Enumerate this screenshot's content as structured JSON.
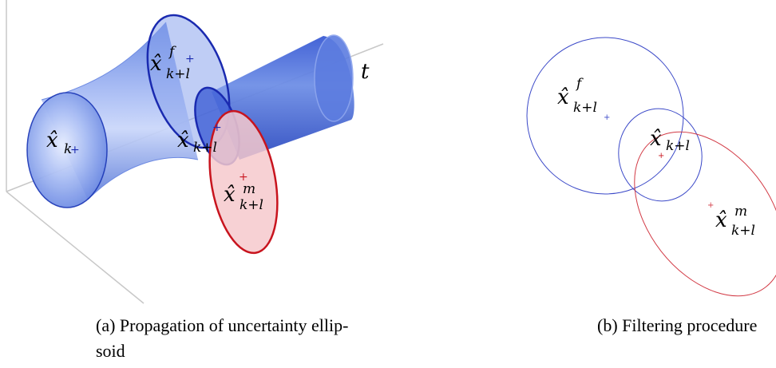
{
  "panel_a": {
    "axis_label": "t",
    "labels": {
      "x_k": {
        "base": "x̂",
        "sub": "k"
      },
      "x_f": {
        "base": "x̂",
        "sup": "f",
        "sub": "k+l"
      },
      "x_kl": {
        "base": "x̂",
        "sub": "k+l"
      },
      "x_m": {
        "base": "x̂",
        "sup": "m",
        "sub": "k+l"
      }
    },
    "caption": "(a) Propagation of uncertainty ellip-",
    "caption_cont": "soid"
  },
  "panel_b": {
    "labels": {
      "x_f": {
        "base": "x̂",
        "sup": "f",
        "sub": "k+l"
      },
      "x_kl": {
        "base": "x̂",
        "sub": "k+l"
      },
      "x_m": {
        "base": "x̂",
        "sup": "m",
        "sub": "k+l"
      }
    },
    "caption": "(b) Filtering procedure"
  },
  "colors": {
    "blue": "#1f2fb0",
    "blue_fill": "#6f8fe6",
    "red": "#c8141e",
    "red_fill": "#f6c9cc",
    "axis": "#c0c0c0"
  }
}
